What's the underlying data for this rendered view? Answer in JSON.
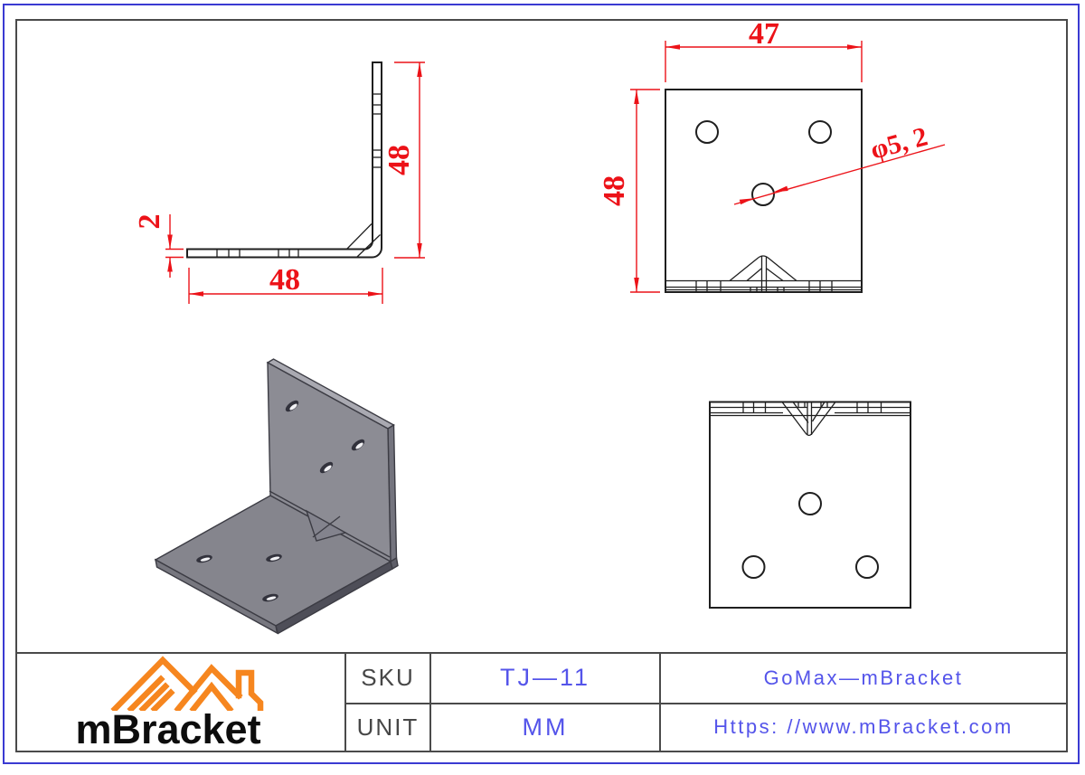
{
  "sheet": {
    "background": "#ffffff",
    "outer_border_color": "#3a3ad2",
    "inner_border_color": "#4a4a4a",
    "drawing_line_color": "#1f1f1f",
    "dimension_color": "#ec1218",
    "value_text_color": "#5454ea",
    "label_text_color": "#474747"
  },
  "views": {
    "side_view": {
      "dim_height": "48",
      "dim_width": "48",
      "dim_thickness": "2"
    },
    "front_view": {
      "dim_width": "47",
      "dim_height": "48",
      "hole_diameter_label": "φ5, 2"
    }
  },
  "iso_view": {
    "face_color": "#8c8c94",
    "bottom_face_color": "#85858d",
    "side_face_color": "#74747e",
    "top_edge_color": "#a9a9b1"
  },
  "title_block": {
    "logo_text": "mBracket",
    "logo_orange": "#f6861f",
    "rows": [
      {
        "label": "SKU",
        "value": "TJ—11",
        "info": "GoMax—mBracket"
      },
      {
        "label": "UNIT",
        "value": "MM",
        "info": "Https: //www.mBracket.com"
      }
    ]
  }
}
